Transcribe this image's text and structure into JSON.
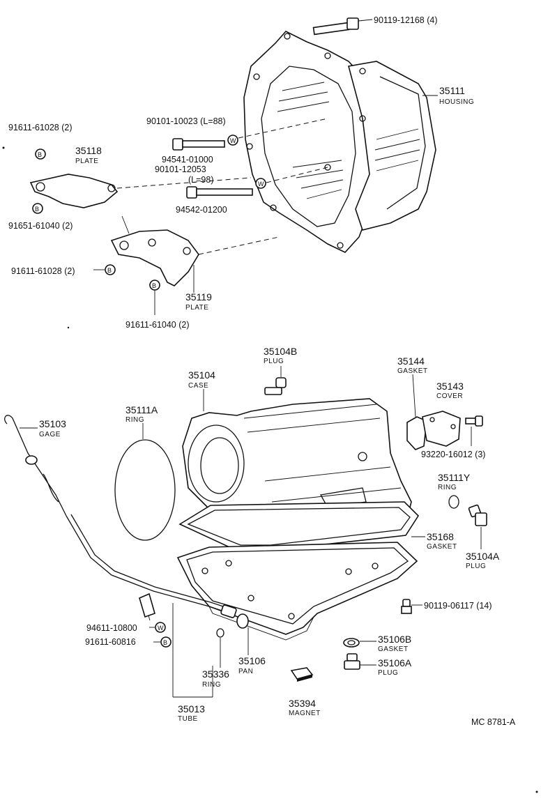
{
  "diagram_id": "MC 8781-A",
  "parts": {
    "bolt_top": {
      "number": "90119-12168 (4)"
    },
    "housing": {
      "number": "35111",
      "name": "HOUSING"
    },
    "bolt_l88": {
      "number": "90101-10023 (L=88)"
    },
    "washer_94541": {
      "number": "94541-01000"
    },
    "bolt_l98": {
      "number": "90101-12053",
      "length": "(L=98)"
    },
    "washer_94542": {
      "number": "94542-01200"
    },
    "nut_61028_a": {
      "number": "91611-61028 (2)"
    },
    "plate_35118": {
      "number": "35118",
      "name": "PLATE"
    },
    "bolt_61040_a": {
      "number": "91651-61040 (2)"
    },
    "nut_61028_b": {
      "number": "91611-61028 (2)"
    },
    "plate_35119": {
      "number": "35119",
      "name": "PLATE"
    },
    "bolt_61040_b": {
      "number": "91611-61040 (2)"
    },
    "plug_35104b": {
      "number": "35104B",
      "name": "PLUG"
    },
    "case": {
      "number": "35104",
      "name": "CASE"
    },
    "gasket_35144": {
      "number": "35144",
      "name": "GASKET"
    },
    "cover_35143": {
      "number": "35143",
      "name": "COVER"
    },
    "ring_35111a": {
      "number": "35111A",
      "name": "RING"
    },
    "gage": {
      "number": "35103",
      "name": "GAGE"
    },
    "bolt_93220": {
      "number": "93220-16012 (3)"
    },
    "ring_35111y": {
      "number": "35111Y",
      "name": "RING"
    },
    "gasket_35168": {
      "number": "35168",
      "name": "GASKET"
    },
    "plug_35104a": {
      "number": "35104A",
      "name": "PLUG"
    },
    "bolt_06117": {
      "number": "90119-06117 (14)"
    },
    "washer_10800": {
      "number": "94611-10800"
    },
    "bolt_60816": {
      "number": "91611-60816"
    },
    "gasket_35106b": {
      "number": "35106B",
      "name": "GASKET"
    },
    "pan": {
      "number": "35106",
      "name": "PAN"
    },
    "plug_35106a": {
      "number": "35106A",
      "name": "PLUG"
    },
    "ring_35336": {
      "number": "35336",
      "name": "RING"
    },
    "magnet": {
      "number": "35394",
      "name": "MAGNET"
    },
    "tube": {
      "number": "35013",
      "name": "TUBE"
    }
  },
  "markers": {
    "bolt": "B",
    "washer": "W"
  }
}
